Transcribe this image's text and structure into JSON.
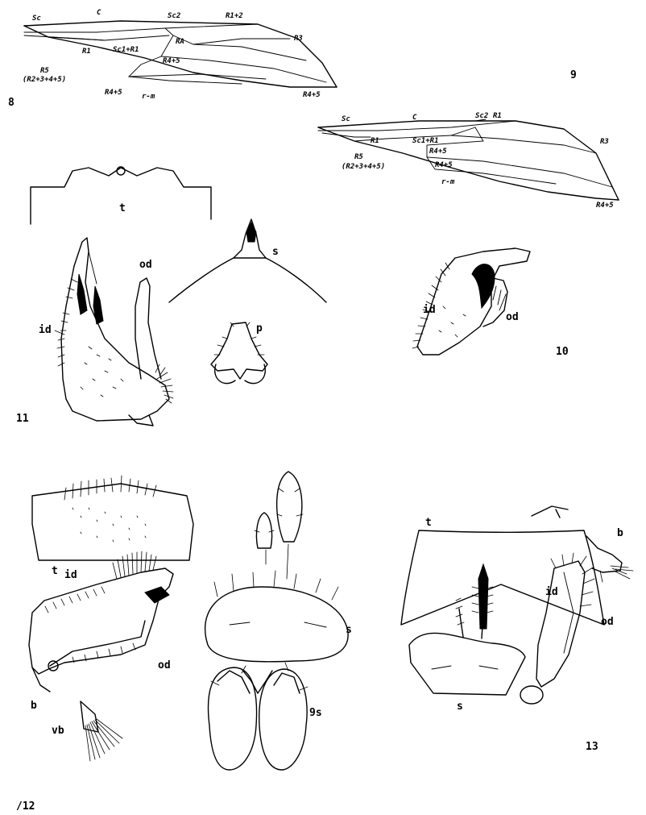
{
  "figures": {
    "fig8": {
      "number": "8",
      "veins": {
        "sc": "Sc",
        "c": "C",
        "sc2": "Sc2",
        "r1r2": "R1+2",
        "r1": "R1",
        "sc1r1": "Sc1+R1",
        "ra": "RA",
        "r3": "R3",
        "r45_inner": "R4+5",
        "r5": "R5",
        "r5_formula": "(R2+3+4+5)",
        "r45_lower": "R4+5",
        "rm": "r-m",
        "r45_tip": "R4+5"
      }
    },
    "fig9": {
      "number": "9",
      "veins": {
        "sc": "Sc",
        "c": "C",
        "sc2": "Sc2",
        "r1_top": "R1",
        "r1": "R1",
        "sc1r1": "Sc1+R1",
        "r3": "R3",
        "r45_inner": "R4+5",
        "r5": "R5",
        "r5_formula": "(R2+3+4+5)",
        "r45_lower": "R4+5",
        "rm": "r-m",
        "r45_tip": "R4+5"
      }
    },
    "fig10": {
      "number": "10",
      "labels": {
        "id": "id",
        "od": "od"
      }
    },
    "fig11": {
      "number": "11",
      "labels": {
        "t": "t",
        "od": "od",
        "id": "id",
        "s": "s",
        "p": "p"
      }
    },
    "fig12": {
      "number": "/12",
      "labels": {
        "t": "t",
        "id": "id",
        "od": "od",
        "s": "s",
        "b": "b",
        "vb": "vb",
        "nine_s": "9s"
      }
    },
    "fig13": {
      "number": "13",
      "labels": {
        "t": "t",
        "b": "b",
        "id": "id",
        "od": "od",
        "s": "s"
      }
    }
  }
}
